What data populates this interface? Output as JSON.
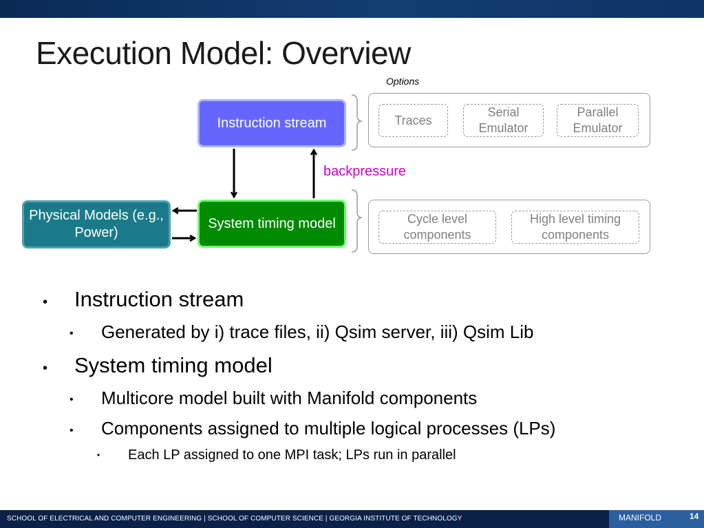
{
  "slide": {
    "title": "Execution Model: Overview"
  },
  "diagram": {
    "options_label": "Options",
    "instruction_stream": "Instruction stream",
    "system_timing_model": "System timing model",
    "physical_models": "Physical Models (e.g., Power)",
    "backpressure": "backpressure",
    "instruction_options": [
      "Traces",
      "Serial Emulator",
      "Parallel Emulator"
    ],
    "timing_options": [
      "Cycle level components",
      "High level timing components"
    ],
    "colors": {
      "instruction_stream": "#6666ff",
      "system_timing_model": "#008a00",
      "physical_models": "#1b7a8a",
      "backpressure": "#cc00cc"
    }
  },
  "bullets": [
    {
      "level": 1,
      "text": "Instruction stream"
    },
    {
      "level": 2,
      "text": "Generated by i) trace files, ii) Qsim server, iii) Qsim Lib"
    },
    {
      "level": 1,
      "text": "System timing model"
    },
    {
      "level": 2,
      "text": "Multicore model built with Manifold components"
    },
    {
      "level": 2,
      "text": "Components assigned to multiple logical processes (LPs)"
    },
    {
      "level": 3,
      "text": "Each LP assigned to one MPI task; LPs run in parallel"
    }
  ],
  "footer": {
    "text": "SCHOOL OF ELECTRICAL AND COMPUTER ENGINEERING | SCHOOL OF COMPUTER SCIENCE | GEORGIA INSTITUTE OF TECHNOLOGY",
    "brand": "MANIFOLD",
    "page_number": "14"
  }
}
